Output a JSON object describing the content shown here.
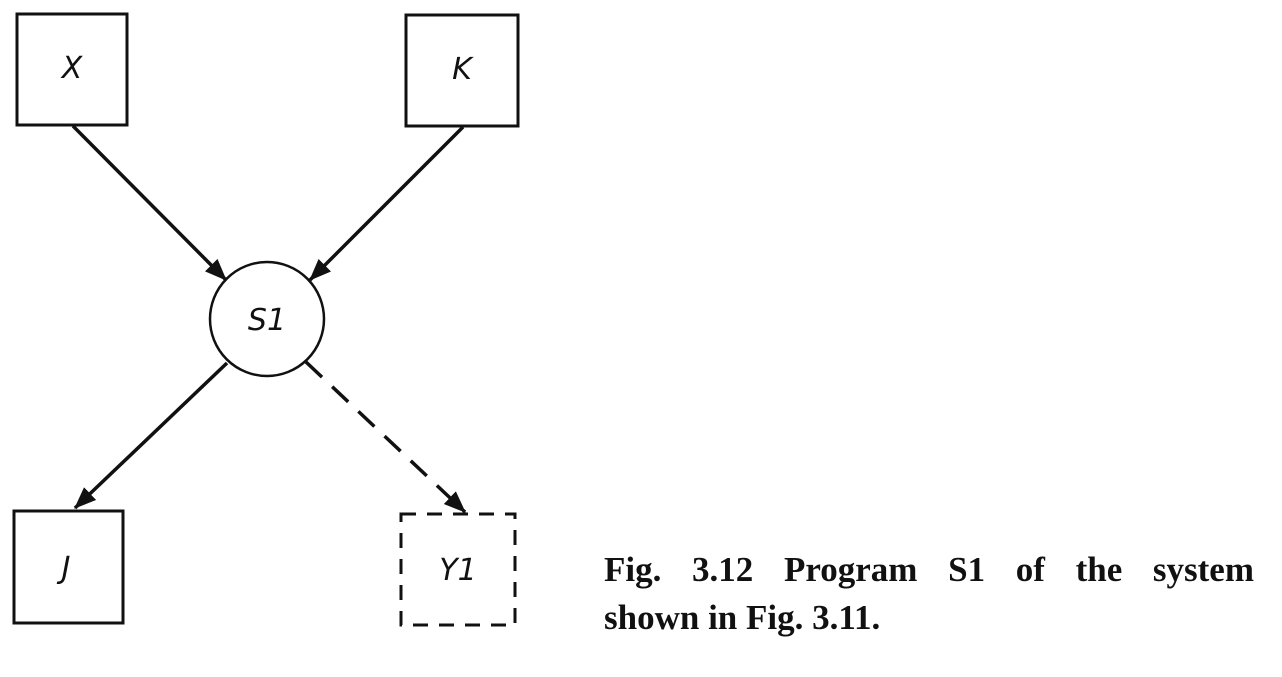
{
  "nodes": {
    "x": {
      "label": "X"
    },
    "k": {
      "label": "K"
    },
    "s1": {
      "label": "S1"
    },
    "j": {
      "label": "J"
    },
    "y1": {
      "label": "Y1"
    }
  },
  "caption": {
    "line1": "Fig. 3.12 Program S1 of the system",
    "line2": "shown in Fig. 3.11."
  },
  "colors": {
    "ink": "#111111",
    "background": "#ffffff"
  }
}
